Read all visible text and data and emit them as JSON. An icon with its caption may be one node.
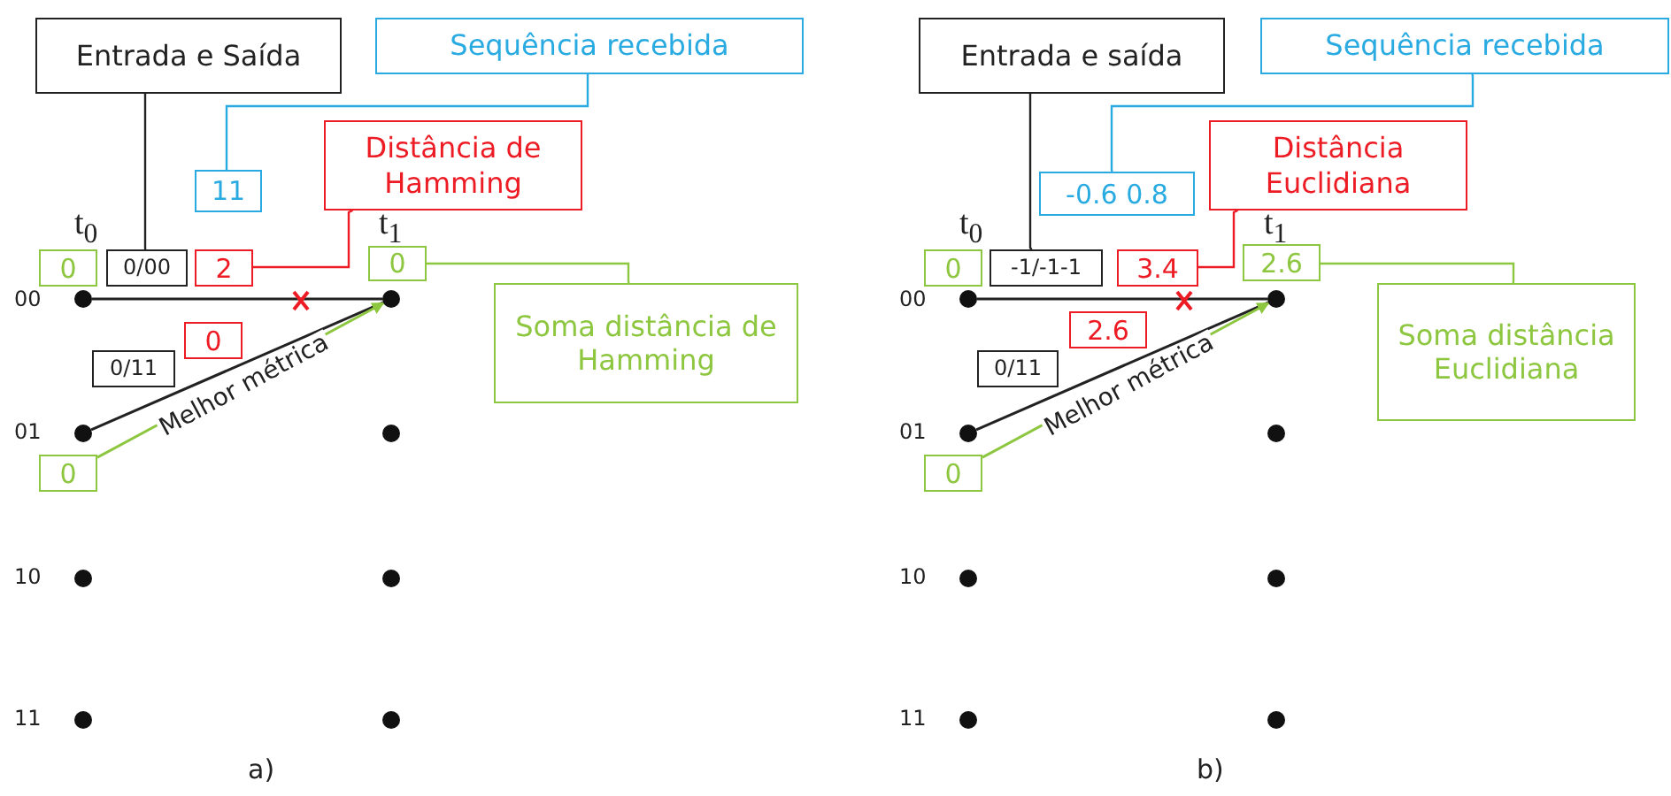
{
  "diagram": {
    "nodes": [
      {
        "text": [
          "Entrada e Saída"
        ]
      },
      {
        "text": [
          "Sequência recebida"
        ]
      },
      {
        "text": [
          "11"
        ]
      },
      {
        "text": [
          "Distância de Hamming"
        ]
      },
      {
        "text": [
          "0"
        ]
      },
      {
        "text": [
          "0/00"
        ]
      },
      {
        "text": [
          "2"
        ]
      },
      {
        "text": [
          "0"
        ]
      },
      {
        "text": [
          "Soma distância de Hamming"
        ]
      },
      {
        "text": [
          "0/11"
        ]
      },
      {
        "text": [
          "0"
        ]
      },
      {
        "text": [
          "0"
        ]
      },
      {
        "text": [],
        "shape": "circle"
      },
      {
        "text": [],
        "shape": "circle"
      },
      {
        "text": [],
        "shape": "circle"
      },
      {
        "text": [],
        "shape": "circle"
      },
      {
        "text": [],
        "shape": "circle"
      },
      {
        "text": [],
        "shape": "circle"
      },
      {
        "text": [],
        "shape": "circle"
      },
      {
        "text": [],
        "shape": "circle"
      },
      {
        "text": [
          "Entrada e saída"
        ]
      },
      {
        "text": [
          "Sequência recebida"
        ]
      },
      {
        "text": [
          "-0.6 0.8"
        ]
      },
      {
        "text": [
          "Distância Euclidiana"
        ]
      },
      {
        "text": [
          "0"
        ]
      },
      {
        "text": [
          "-1/-1-1"
        ]
      },
      {
        "text": [
          "3.4"
        ]
      },
      {
        "text": [
          "2.6"
        ]
      },
      {
        "text": [
          "Soma distância Euclidiana"
        ]
      },
      {
        "text": [
          "0/11"
        ]
      },
      {
        "text": [
          "2.6"
        ]
      },
      {
        "text": [
          "0"
        ]
      },
      {
        "text": [],
        "shape": "circle"
      },
      {
        "text": [],
        "shape": "circle"
      },
      {
        "text": [],
        "shape": "circle"
      },
      {
        "text": [],
        "shape": "circle"
      },
      {
        "text": [],
        "shape": "circle"
      },
      {
        "text": [],
        "shape": "circle"
      },
      {
        "text": [],
        "shape": "circle"
      },
      {
        "text": [],
        "shape": "circle"
      }
    ],
    "edges": [
      {
        "from": 12,
        "to": 13,
        "arrow": "none"
      },
      {
        "from": 14,
        "to": 13,
        "arrow": "none"
      },
      {
        "from": 0,
        "to": 5,
        "arrow": "none"
      },
      {
        "from": 1,
        "to": 2,
        "arrow": "none",
        "color": "#29abe2"
      },
      {
        "from": 3,
        "to": 6,
        "arrow": "none",
        "color": "#ed1c24"
      },
      {
        "from": 7,
        "to": 8,
        "arrow": "none",
        "color": "#8dc63f"
      },
      {
        "from": 11,
        "to": 13,
        "arrow": "to",
        "label": "Melhor métrica",
        "color": "#8dc63f"
      },
      {
        "from": 32,
        "to": 33,
        "arrow": "none"
      },
      {
        "from": 34,
        "to": 33,
        "arrow": "none"
      },
      {
        "from": 20,
        "to": 25,
        "arrow": "none"
      },
      {
        "from": 21,
        "to": 22,
        "arrow": "none",
        "color": "#29abe2"
      },
      {
        "from": 23,
        "to": 26,
        "arrow": "none",
        "color": "#ed1c24"
      },
      {
        "from": 27,
        "to": 28,
        "arrow": "none",
        "color": "#8dc63f"
      },
      {
        "from": 31,
        "to": 33,
        "arrow": "to",
        "label": "Melhor métrica",
        "color": "#8dc63f"
      }
    ],
    "labels": [
      "t$_{0}$",
      "t$_{1}$",
      "00",
      "01",
      "10",
      "11",
      "a)",
      "t$_{0}$",
      "t$_{1}$",
      "00",
      "01",
      "10",
      "11",
      "b)"
    ]
  }
}
